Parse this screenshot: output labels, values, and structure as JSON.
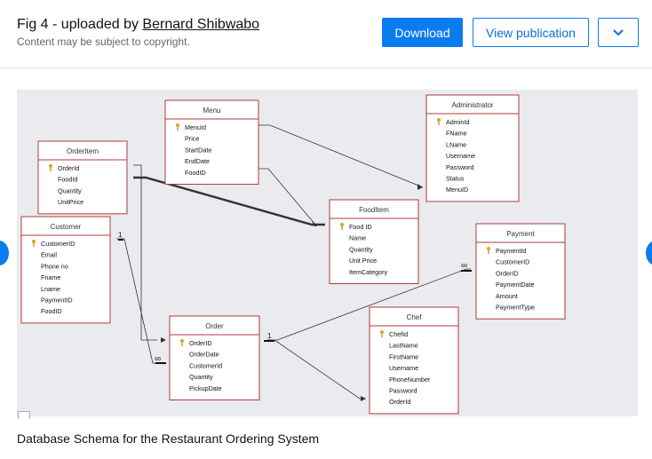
{
  "header": {
    "title_prefix": "Fig 4 - uploaded by ",
    "author": "Bernard Shibwabo",
    "subtitle": "Content may be subject to copyright.",
    "download_label": "Download",
    "view_label": "View publication",
    "dropdown_icon": "chevron-down-icon"
  },
  "colors": {
    "accent": "#0a7cf0",
    "table_border": "#b33a3a",
    "diagram_bg": "#e9ebef"
  },
  "diagram": {
    "tables": {
      "menu": {
        "name": "Menu",
        "fields": [
          "MenuId",
          "Price",
          "StartDate",
          "EndDate",
          "FoodID"
        ]
      },
      "administrator": {
        "name": "Administrator",
        "fields": [
          "AdminId",
          "FName",
          "LName",
          "Username",
          "Password",
          "Status",
          "MenuID"
        ]
      },
      "orderitem": {
        "name": "OrderItem",
        "fields": [
          "OrderId",
          "FoodId",
          "Quantity",
          "UnitPrice"
        ]
      },
      "fooditem": {
        "name": "FoodItem",
        "fields": [
          "Food ID",
          "Name",
          "Quantity",
          "Unit Price",
          "ItemCategory"
        ]
      },
      "customer": {
        "name": "Customer",
        "fields": [
          "CustomerID",
          "Email",
          "Phone no",
          "Fname",
          "Lname",
          "PaymentID",
          "FoodID"
        ]
      },
      "payment": {
        "name": "Payment",
        "fields": [
          "PaymentId",
          "CustomerID",
          "OrderID",
          "PaymentDate",
          "Amount",
          "PaymentType"
        ]
      },
      "order": {
        "name": "Order",
        "fields": [
          "OrderID",
          "OrderDate",
          "CustomerId",
          "Quantity",
          "PickupDate"
        ]
      },
      "chef": {
        "name": "Chef",
        "fields": [
          "ChefId",
          "LastName",
          "FirstName",
          "Username",
          "PhoneNumber",
          "Password",
          "OrderId"
        ]
      }
    },
    "cardinality": {
      "one": "1",
      "many": "∞"
    }
  },
  "caption": "Database Schema for the Restaurant Ordering System"
}
